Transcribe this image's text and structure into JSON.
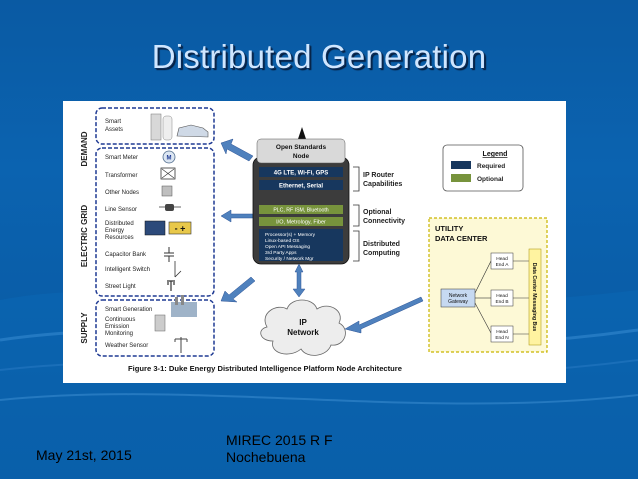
{
  "slide": {
    "title": "Distributed Generation",
    "footer_date": "May 21st, 2015",
    "footer_source_line1": "MIREC 2015 R F",
    "footer_source_line2": "Nochebuena"
  },
  "figure": {
    "caption": "Figure 3-1: Duke Energy Distributed Intelligence Platform Node Architecture",
    "side_labels": {
      "demand": "DEMAND",
      "grid": "ELECTRIC GRID",
      "supply": "SUPPLY"
    },
    "demand_items": [
      "Smart",
      "Assets"
    ],
    "grid_items": [
      "Smart Meter",
      "Transformer",
      "Other Nodes",
      "Line Sensor",
      "Distributed",
      "Energy",
      "Resources",
      "Capacitor Bank",
      "Intelligent Switch",
      "Street Light"
    ],
    "meter_glyph": "M",
    "supply_items": [
      "Smart Generation",
      "Continuous",
      "Emission",
      "Monitoring",
      "Weather Sensor"
    ],
    "node": {
      "title1": "Open Standards",
      "title2": "Node",
      "layer1": "4G LTE, Wi-Fi, GPS",
      "layer2": "Ethernet, Serial",
      "layer3": "PLC, RF ISM, Bluetooth",
      "layer4": "I/O, Metrology, Fiber",
      "bullets": [
        "Processor(s) + Memory",
        "Linux-based OS",
        "Open API Messaging",
        "3rd Party Apps",
        "Security / Network Mgr"
      ]
    },
    "side_notes": {
      "router1": "IP Router",
      "router2": "Capabilities",
      "opt1": "Optional",
      "opt2": "Connectivity",
      "dist1": "Distributed",
      "dist2": "Computing"
    },
    "legend": {
      "title": "Legend",
      "required": "Required",
      "optional": "Optional"
    },
    "network": {
      "line1": "IP",
      "line2": "Network"
    },
    "utility": {
      "title1": "UTILITY",
      "title2": "DATA CENTER",
      "gateway1": "Network",
      "gateway2": "Gateway",
      "headA1": "Head",
      "headA2": "End A",
      "headB1": "Head",
      "headB2": "End B",
      "headN1": "Head",
      "headN2": "End N",
      "bus": "Data Center Messaging Bus"
    },
    "colors": {
      "required": "#17375e",
      "optional": "#77933c",
      "dashed": "#1f3a93",
      "arrow": "#4f81bd",
      "utility_bg": "#fdf9d6",
      "utility_border": "#c9b400"
    }
  }
}
